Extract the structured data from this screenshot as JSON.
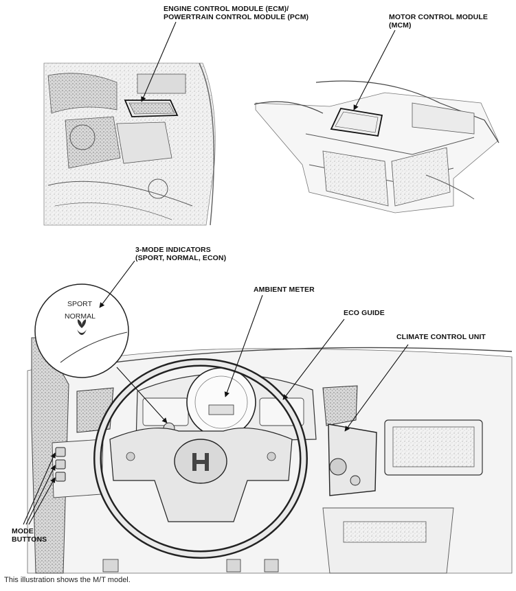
{
  "labels": {
    "ecm_line1": "ENGINE CONTROL MODULE (ECM)/",
    "ecm_line2": "POWERTRAIN CONTROL MODULE (PCM)",
    "mcm_line1": "MOTOR CONTROL MODULE",
    "mcm_line2": "(MCM)",
    "indicators_line1": "3-MODE INDICATORS",
    "indicators_line2": "(SPORT, NORMAL, ECON)",
    "ambient_meter": "AMBIENT METER",
    "eco_guide": "ECO GUIDE",
    "climate_control": "CLIMATE CONTROL UNIT",
    "mode_buttons_line1": "MODE",
    "mode_buttons_line2": "BUTTONS"
  },
  "inset": {
    "sport": "SPORT",
    "normal": "NORMAL"
  },
  "caption": "This illustration shows the M/T model."
}
